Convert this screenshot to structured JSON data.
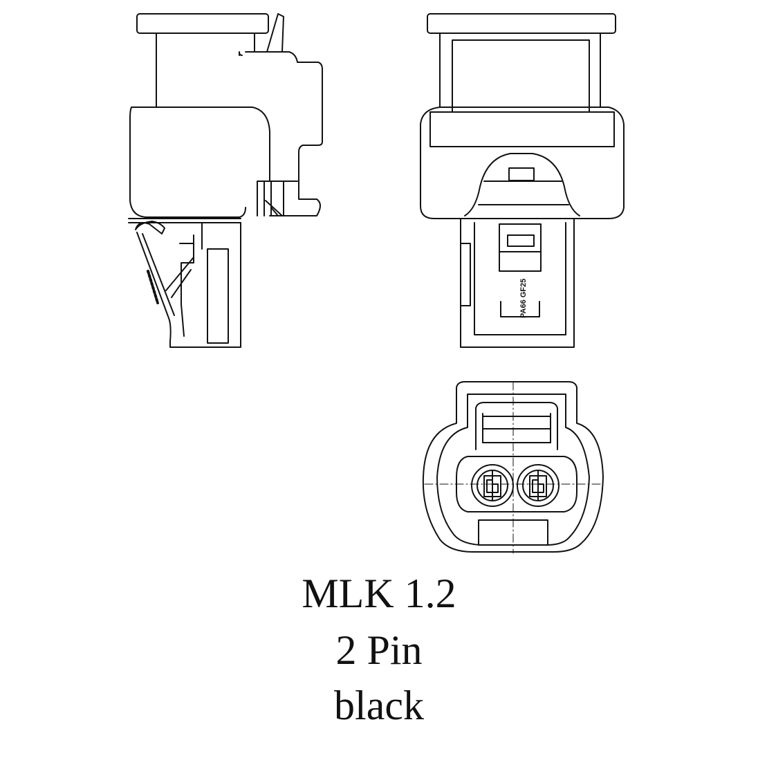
{
  "product": {
    "name": "MLK 1.2",
    "pins": "2 Pin",
    "color": "black"
  },
  "front_view": {
    "marking_text": "PA66 GF25"
  },
  "style": {
    "line_color": "#111111",
    "background": "#ffffff"
  }
}
